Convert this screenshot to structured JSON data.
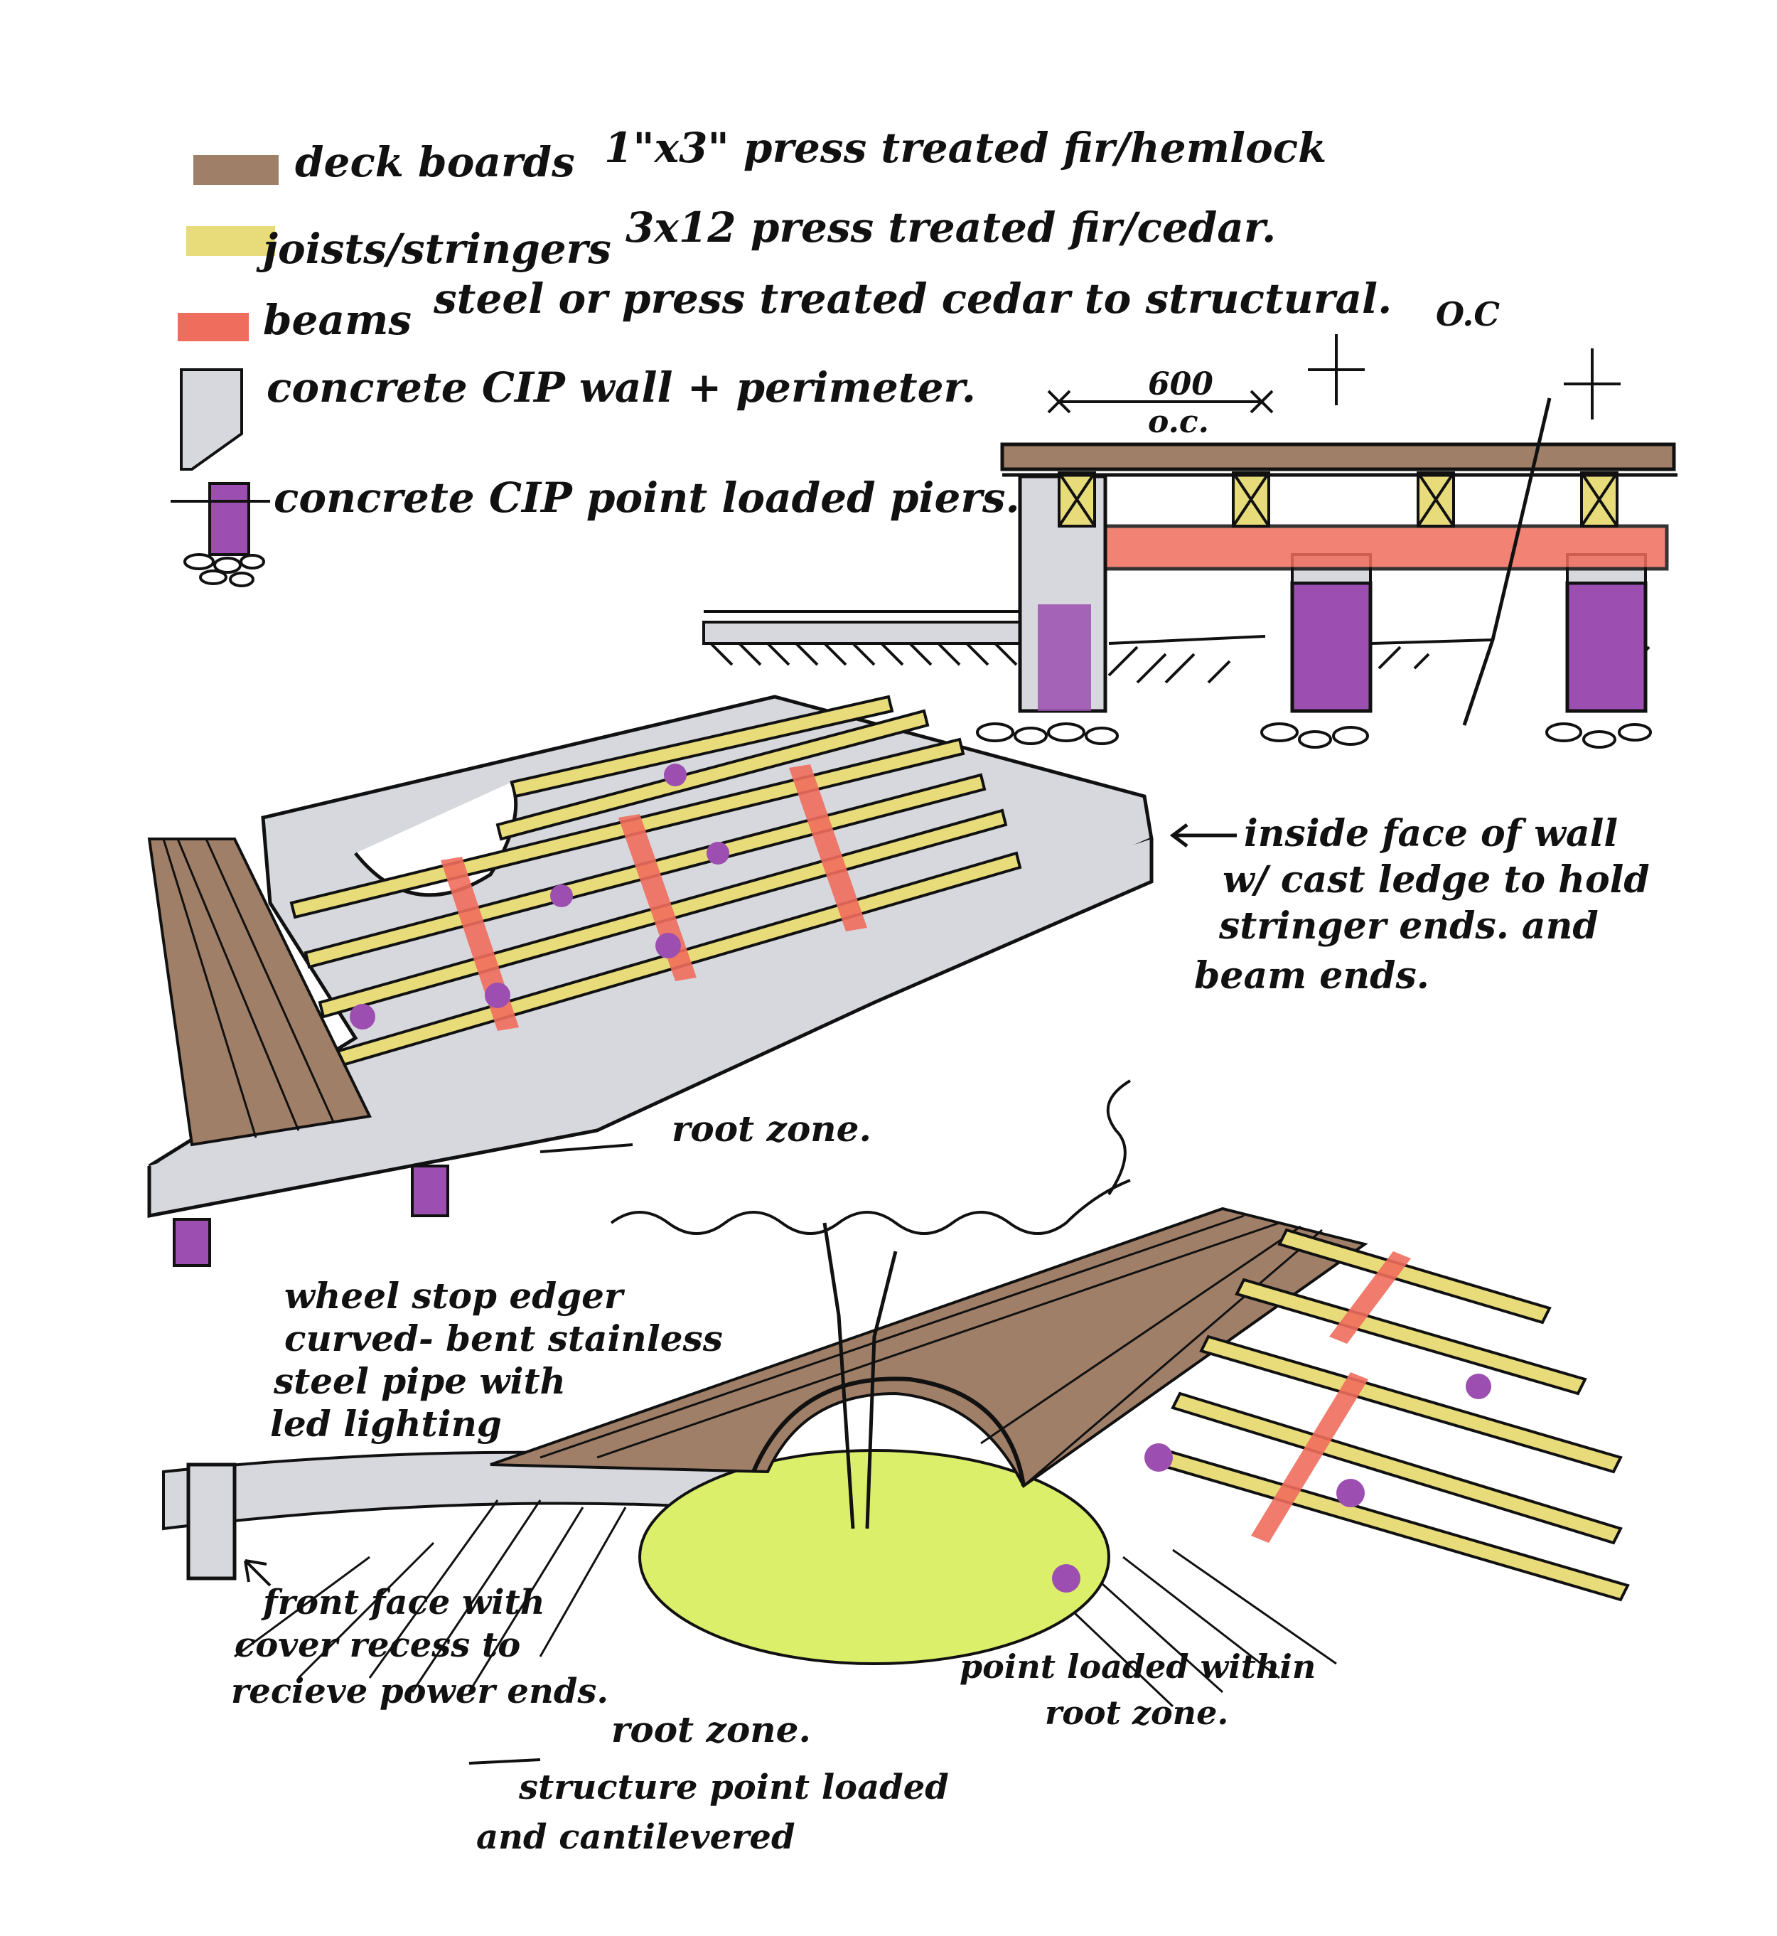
{
  "legend": {
    "deck_boards": {
      "label": "deck boards",
      "spec": "1\"x3\" press treated fir/hemlock",
      "color": "#a07f68"
    },
    "joists": {
      "label": "joists/stringers",
      "spec": "3x12 press treated fir/cedar.",
      "color": "#e8dc7a"
    },
    "beams": {
      "label": "beams",
      "spec": "steel or press treated cedar to structural.",
      "color": "#ef6d5c"
    },
    "wall": {
      "label": "concrete CIP wall + perimeter.",
      "color": "#d6d8de"
    },
    "piers": {
      "label": "concrete CIP point loaded piers.",
      "color": "#9c4fb0"
    }
  },
  "section": {
    "spacing": "600",
    "spacing_unit": "o.c.",
    "oc_label": "O.C"
  },
  "annotations": {
    "inside_face": [
      "inside face of wall",
      "w/ cast ledge to hold",
      "stringer ends. and",
      "beam ends."
    ],
    "root_zone_upper": "root zone.",
    "wheel_stop": [
      "wheel stop edger",
      "curved- bent stainless",
      "steel pipe with",
      "led lighting"
    ],
    "front_face": [
      "front face with",
      "cover recess to",
      "recieve power ends."
    ],
    "root_zone_lower": "root zone.",
    "cantilever": [
      "structure point loaded",
      "and cantilevered"
    ],
    "point_loaded": [
      "point loaded within",
      "root zone."
    ]
  },
  "colors": {
    "ink": "#111111",
    "deck": "#a07f68",
    "joist": "#e8dc7a",
    "beam": "#ef6d5c",
    "pier": "#9c4fb0",
    "concrete": "#d6d8de",
    "grass": "#dcef6a"
  }
}
